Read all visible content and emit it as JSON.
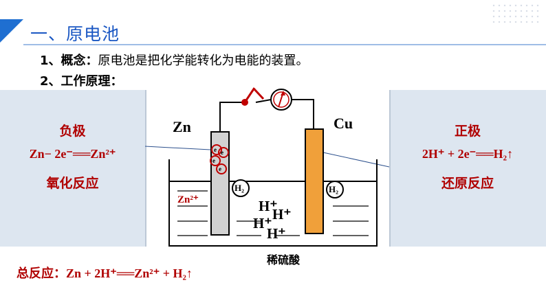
{
  "header": {
    "title": "一、原电池"
  },
  "content": {
    "concept_label": "1、概念：",
    "concept_text": "原电池是把化学能转化为电能的装置。",
    "principle_label": "2、工作原理："
  },
  "left_panel": {
    "title": "负极",
    "equation": "Zn− 2e⁻══Zn²⁺",
    "reaction_type": "氧化反应"
  },
  "right_panel": {
    "title": "正极",
    "equation": "2H⁺ + 2e⁻══H₂↑",
    "reaction_type": "还原反应"
  },
  "diagram": {
    "zn_label": "Zn",
    "cu_label": "Cu",
    "zn_ion_label": "Zn²⁺",
    "h2_label": "H₂",
    "electron_label": "e",
    "h_ion_label": "H⁺",
    "solution_label": "稀硫酸"
  },
  "total": {
    "label": "总反应：",
    "equation": "Zn + 2H⁺══Zn²⁺ + H₂↑"
  },
  "colors": {
    "accent": "#1f6fd1",
    "red": "#b00000",
    "panel": "#dde6f0",
    "copper": "#f0a03a",
    "zinc": "#d2d2d2"
  }
}
